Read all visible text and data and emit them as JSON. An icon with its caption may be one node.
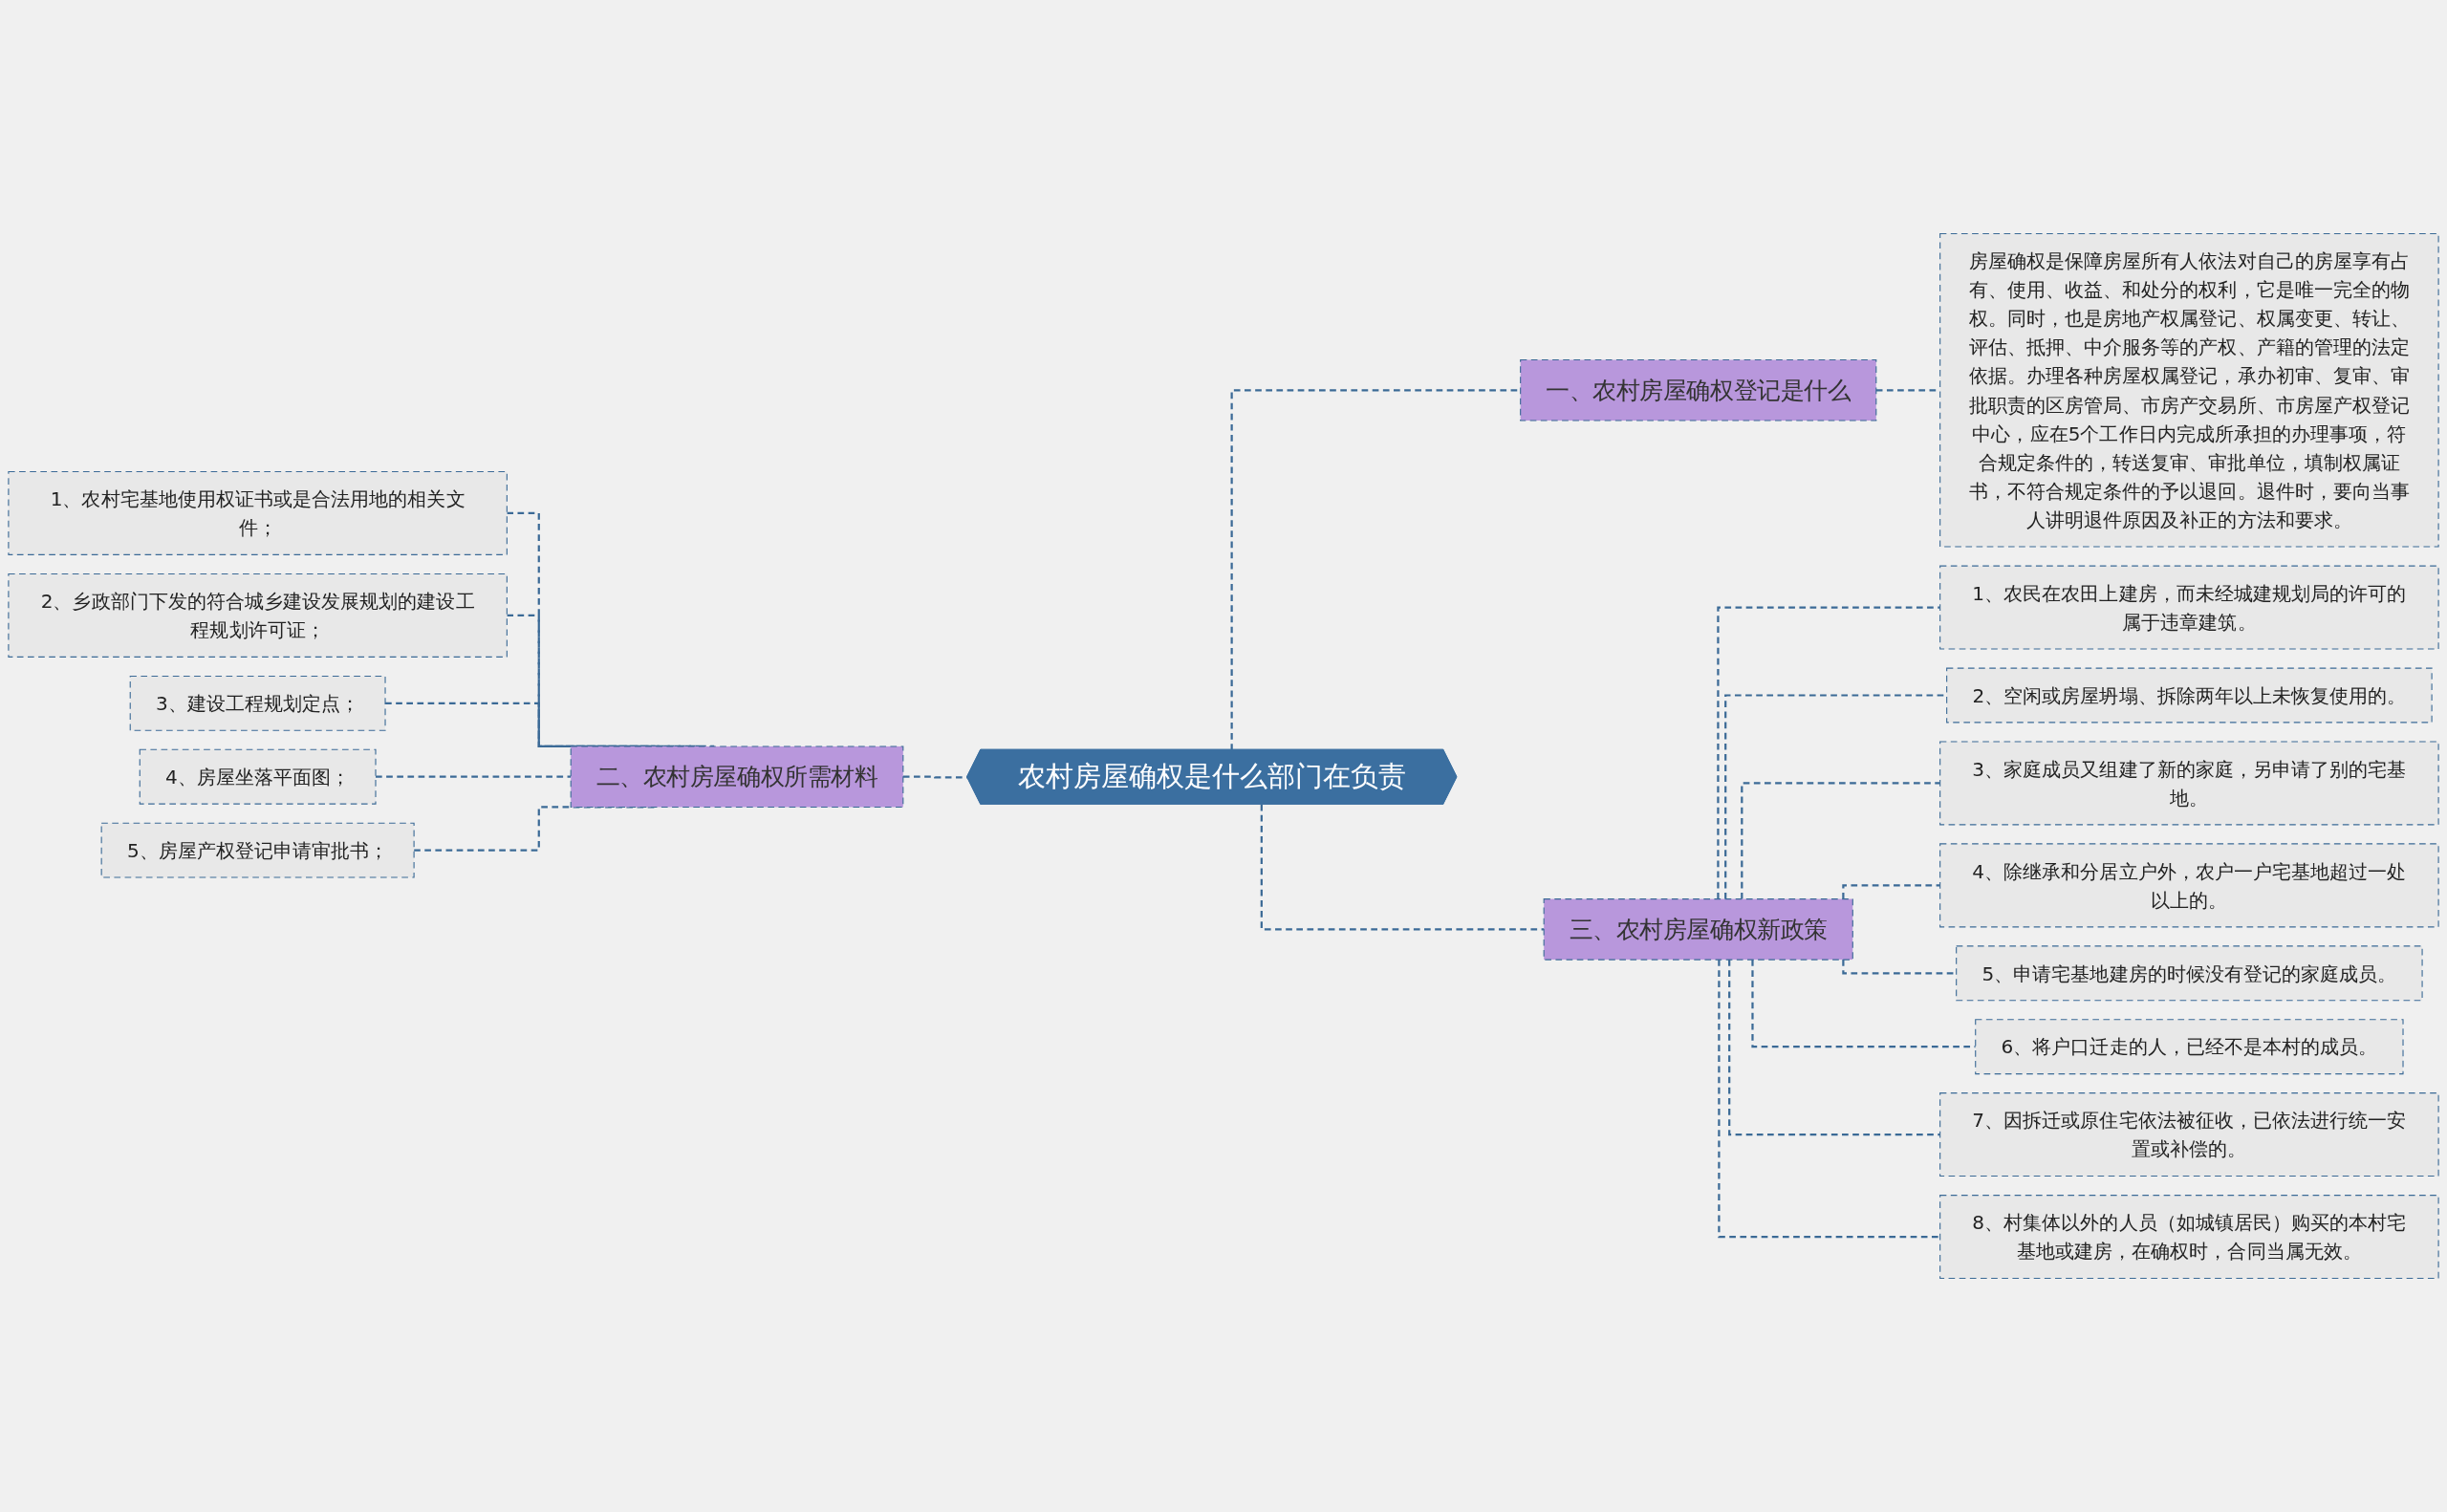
{
  "diagram": {
    "nodes": [
      {
        "text": [
          "农村房屋确权是什么部门在负责"
        ]
      },
      {
        "text": [
          "一、农村房屋确权登记是什么"
        ]
      },
      {
        "text": [
          "房屋确权是保障房屋所有人依法对自己的房屋享有占有、使用、收益、和处分的权利，它是唯一完全的物权。同时，也是房地产权属登记、权属变更、转让、评估、抵押、中介服务等的产权、产籍的管理的法定依据。办理各种房屋权属登记，承办初审、复审、审批职责的区房管局、市房产交易所、市房屋产权登记中心，应在5个工作日内完成所承担的办理事项，符合规定条件的，转送复审、审批单位，填制权属证书，不符合规定条件的予以退回。退件时，要向当事人讲明退件原因及补正的方法和要求。"
        ]
      },
      {
        "text": [
          "二、农村房屋确权所需材料"
        ]
      },
      {
        "text": [
          "1、农村宅基地使用权证书或是合法用地的相关文件；"
        ]
      },
      {
        "text": [
          "2、乡政部门下发的符合城乡建设发展规划的建设工程规划许可证；"
        ]
      },
      {
        "text": [
          "3、建设工程规划定点；"
        ]
      },
      {
        "text": [
          "4、房屋坐落平面图；"
        ]
      },
      {
        "text": [
          "5、房屋产权登记申请审批书；"
        ]
      },
      {
        "text": [
          "三、农村房屋确权新政策"
        ]
      },
      {
        "text": [
          "1、农民在农田上建房，而未经城建规划局的许可的属于违章建筑。"
        ]
      },
      {
        "text": [
          "2、空闲或房屋坍塌、拆除两年以上未恢复使用的。"
        ]
      },
      {
        "text": [
          "3、家庭成员又组建了新的家庭，另申请了别的宅基地。"
        ]
      },
      {
        "text": [
          "4、除继承和分居立户外，农户一户宅基地超过一处以上的。"
        ]
      },
      {
        "text": [
          "5、申请宅基地建房的时候没有登记的家庭成员。"
        ]
      },
      {
        "text": [
          "6、将户口迁走的人，已经不是本村的成员。"
        ]
      },
      {
        "text": [
          "7、因拆迁或原住宅依法被征收，已依法进行统一安置或补偿的。"
        ]
      },
      {
        "text": [
          "8、村集体以外的人员（如城镇居民）购买的本村宅基地或建房，在确权时，合同当属无效。"
        ]
      }
    ],
    "edges": [
      {
        "from": 0,
        "to": 1,
        "arrow": "none",
        "style": "dashed"
      },
      {
        "from": 1,
        "to": 2,
        "arrow": "none",
        "style": "dashed"
      },
      {
        "from": 3,
        "to": 0,
        "arrow": "none",
        "style": "dashed"
      },
      {
        "from": 4,
        "to": 3,
        "arrow": "none",
        "style": "dashed"
      },
      {
        "from": 5,
        "to": 3,
        "arrow": "none",
        "style": "dashed"
      },
      {
        "from": 6,
        "to": 3,
        "arrow": "none",
        "style": "dashed"
      },
      {
        "from": 7,
        "to": 3,
        "arrow": "none",
        "style": "dashed"
      },
      {
        "from": 8,
        "to": 3,
        "arrow": "none",
        "style": "dashed"
      },
      {
        "from": 0,
        "to": 9,
        "arrow": "none",
        "style": "dashed"
      },
      {
        "from": 9,
        "to": 10,
        "arrow": "none",
        "style": "dashed"
      },
      {
        "from": 9,
        "to": 11,
        "arrow": "none",
        "style": "dashed"
      },
      {
        "from": 9,
        "to": 12,
        "arrow": "none",
        "style": "dashed"
      },
      {
        "from": 9,
        "to": 13,
        "arrow": "none",
        "style": "dashed"
      },
      {
        "from": 9,
        "to": 14,
        "arrow": "none",
        "style": "dashed"
      },
      {
        "from": 9,
        "to": 15,
        "arrow": "none",
        "style": "dashed"
      },
      {
        "from": 9,
        "to": 16,
        "arrow": "none",
        "style": "dashed"
      },
      {
        "from": 9,
        "to": 17,
        "arrow": "none",
        "style": "dashed"
      }
    ]
  }
}
